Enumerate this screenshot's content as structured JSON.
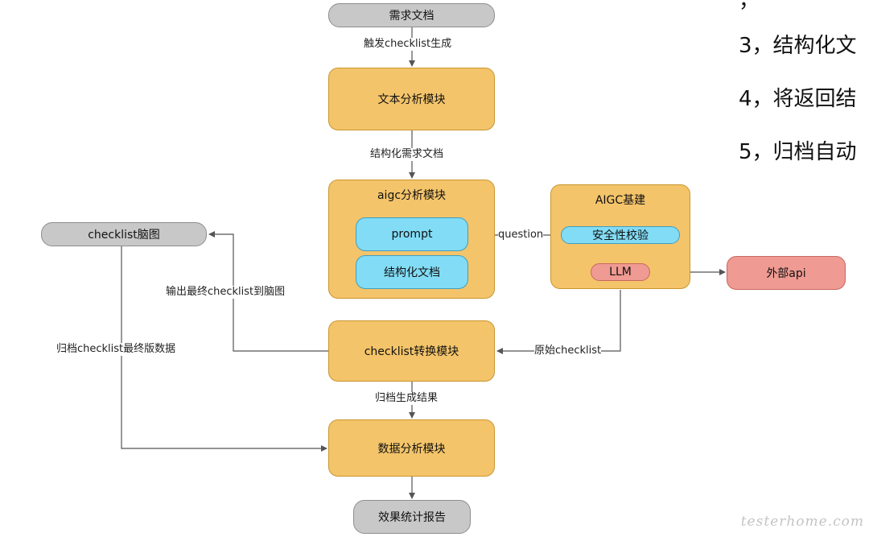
{
  "nodes": {
    "requirement_doc": "需求文档",
    "text_analysis": "文本分析模块",
    "aigc_module": "aigc分析模块",
    "prompt": "prompt",
    "structured_doc": "结构化文档",
    "aigc_infra": "AIGC基建",
    "security_check": "安全性校验",
    "llm": "LLM",
    "external_api": "外部api",
    "checklist_mindmap": "checklist脑图",
    "checklist_convert": "checklist转换模块",
    "data_analysis": "数据分析模块",
    "effect_report": "效果统计报告"
  },
  "edges": {
    "trigger": "触发checklist生成",
    "structured": "结构化需求文档",
    "question": "question",
    "raw_checklist": "原始checklist",
    "output_mindmap": "输出最终checklist到脑图",
    "archive_final": "归档checklist最终版数据",
    "archive_result": "归档生成结果"
  },
  "steps": [
    "3，结构化文",
    "4，将返回结",
    "5，归档自动"
  ],
  "watermark": "testerhome.com",
  "colors": {
    "gray_node": "#c8c8c8",
    "orange_node": "#f4c46a",
    "blue_node": "#82dcf5",
    "red_node": "#ef9a92",
    "line": "#555555"
  }
}
